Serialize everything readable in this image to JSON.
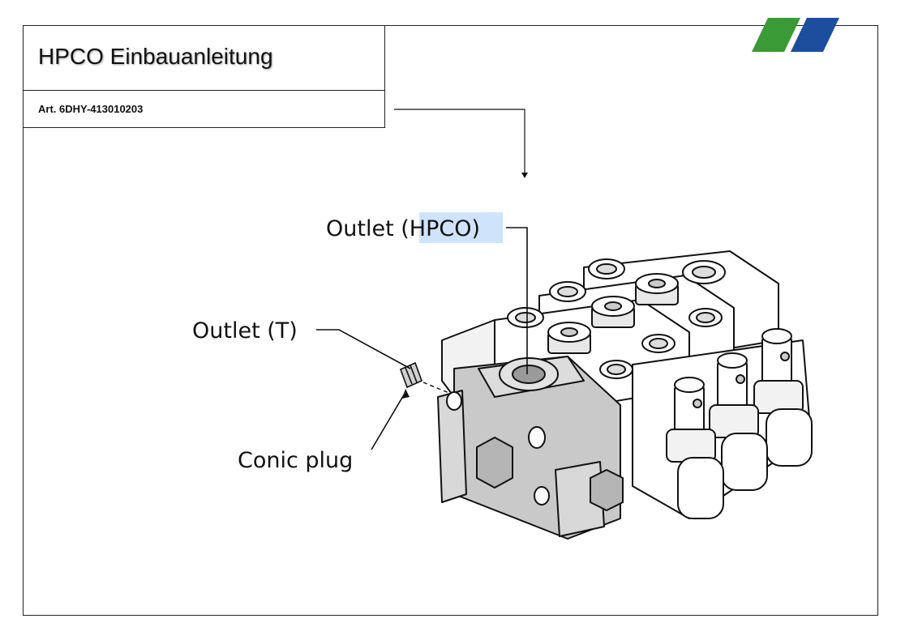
{
  "document": {
    "title": "HPCO Einbauanleitung",
    "article": "Art. 6DHY-413010203"
  },
  "logo": {
    "green": "#3a9a35",
    "blue": "#1d4e9e"
  },
  "figure": {
    "label_outlet_hpco_prefix": "Outlet (",
    "label_outlet_hpco_highlight": "HPCO)",
    "label_outlet_t": "Outlet (T)",
    "label_conic_plug": "Conic plug",
    "highlight_color": "#cfe3fb"
  }
}
